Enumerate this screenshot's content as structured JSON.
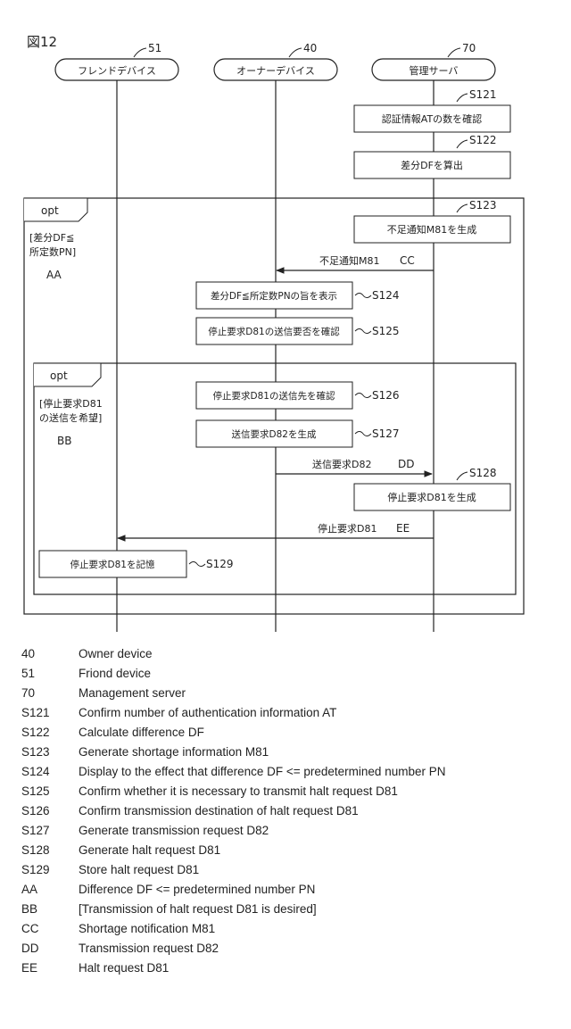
{
  "figure_label": "図12",
  "lifelines": [
    {
      "ref": "51",
      "label": "フレンドデバイス"
    },
    {
      "ref": "40",
      "label": "オーナーデバイス"
    },
    {
      "ref": "70",
      "label": "管理サーバ"
    }
  ],
  "steps": {
    "s121": {
      "ref": "S121",
      "text": "認証情報ATの数を確認"
    },
    "s122": {
      "ref": "S122",
      "text": "差分DFを算出"
    },
    "s123": {
      "ref": "S123",
      "text": "不足通知M81を生成"
    },
    "s124": {
      "ref": "S124",
      "text": "差分DF≦所定数PNの旨を表示"
    },
    "s125": {
      "ref": "S125",
      "text": "停止要求D81の送信要否を確認"
    },
    "s126": {
      "ref": "S126",
      "text": "停止要求D81の送信先を確認"
    },
    "s127": {
      "ref": "S127",
      "text": "送信要求D82を生成"
    },
    "s128": {
      "ref": "S128",
      "text": "停止要求D81を生成"
    },
    "s129": {
      "ref": "S129",
      "text": "停止要求D81を記憶"
    }
  },
  "fragments": {
    "outer": {
      "tag": "opt",
      "guard_line1": "[差分DF≦",
      "guard_line2": "所定数PN]",
      "guard_code": "AA"
    },
    "inner": {
      "tag": "opt",
      "guard_line1": "[停止要求D81",
      "guard_line2": "の送信を希望]",
      "guard_code": "BB"
    }
  },
  "messages": {
    "m81": {
      "label": "不足通知M81",
      "code": "CC"
    },
    "d82": {
      "label": "送信要求D82",
      "code": "DD"
    },
    "d81": {
      "label": "停止要求D81",
      "code": "EE"
    }
  },
  "legend": [
    {
      "code": "40",
      "text": "Owner device"
    },
    {
      "code": "51",
      "text": "Friond device"
    },
    {
      "code": "70",
      "text": "Management server"
    },
    {
      "code": "S121",
      "text": "Confirm number of authentication information AT"
    },
    {
      "code": "S122",
      "text": "Calculate difference DF"
    },
    {
      "code": "S123",
      "text": "Generate shortage information M81"
    },
    {
      "code": "S124",
      "text": "Display to the effect that difference DF <= predetermined number PN"
    },
    {
      "code": "S125",
      "text": "Confirm whether it is necessary to transmit halt request D81"
    },
    {
      "code": "S126",
      "text": "Confirm transmission destination of halt request D81"
    },
    {
      "code": "S127",
      "text": "Generate transmission request D82"
    },
    {
      "code": "S128",
      "text": "Generate halt request D81"
    },
    {
      "code": "S129",
      "text": "Store halt request D81"
    },
    {
      "code": "AA",
      "text": "Difference DF <= predetermined number PN"
    },
    {
      "code": "BB",
      "text": "[Transmission of halt request D81 is desired]"
    },
    {
      "code": "CC",
      "text": "Shortage notification M81"
    },
    {
      "code": "DD",
      "text": "Transmission request D82"
    },
    {
      "code": "EE",
      "text": "Halt request D81"
    }
  ]
}
